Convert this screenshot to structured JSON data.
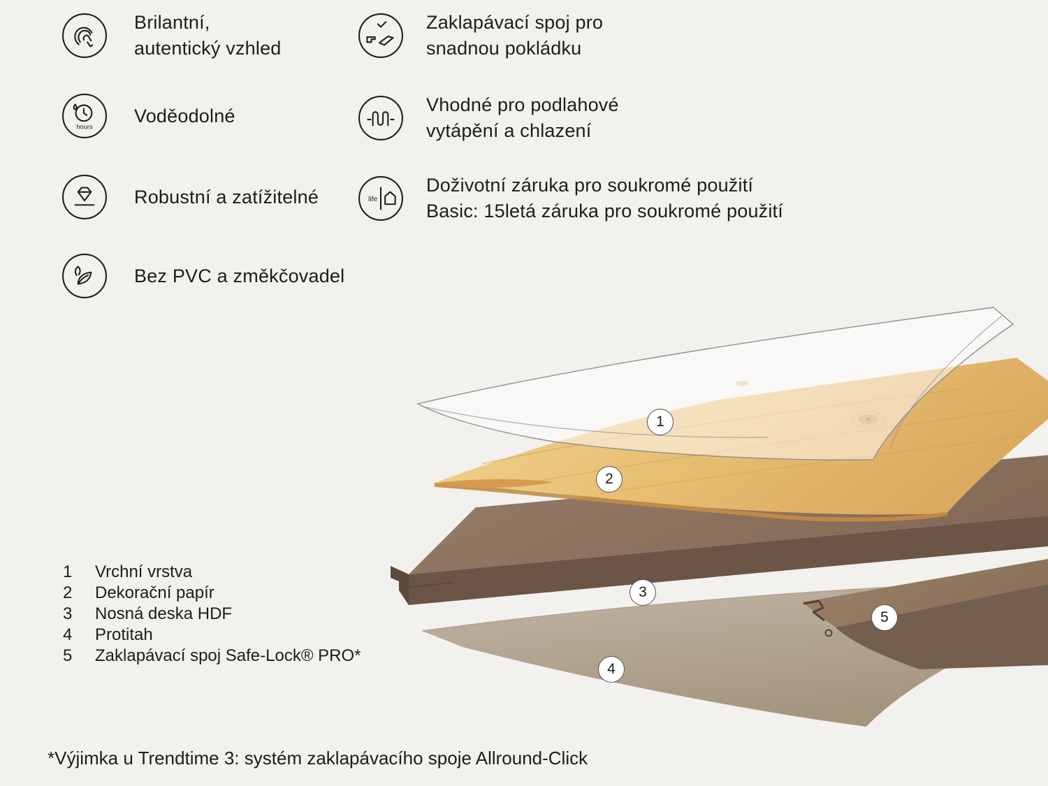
{
  "background": "#f3f1ee",
  "features": {
    "left": [
      {
        "icon": "fingerprint-icon",
        "lines": [
          "Brilantní,",
          "autentický vzhled"
        ]
      },
      {
        "icon": "water-resistance-icon",
        "icon_label": "hours",
        "lines": [
          "Voděodolné"
        ]
      },
      {
        "icon": "diamond-icon",
        "lines": [
          "Robustní a zatížitelné"
        ]
      },
      {
        "icon": "leaf-icon",
        "lines": [
          "Bez PVC a změkčovadel"
        ]
      }
    ],
    "right": [
      {
        "icon": "click-joint-icon",
        "lines": [
          "Zaklapávací spoj pro",
          "snadnou pokládku"
        ]
      },
      {
        "icon": "floor-heating-icon",
        "lines": [
          "Vhodné pro podlahové",
          "vytápění a chlazení"
        ]
      },
      {
        "icon": "lifetime-warranty-icon",
        "icon_label": "life",
        "lines": [
          "Doživotní záruka pro soukromé použití",
          "Basic: 15letá záruka pro soukromé použití"
        ]
      }
    ]
  },
  "diagram": {
    "badges": [
      "1",
      "2",
      "3",
      "4",
      "5"
    ],
    "colors": {
      "wood": "#e7bd72",
      "wood_edge": "#c48c45",
      "hdf_top": "#8d7360",
      "hdf_front": "#6b5546",
      "backing": "#b5a898",
      "outline": "#8f8f8f"
    }
  },
  "legend": {
    "items": [
      {
        "num": "1",
        "label": "Vrchní vrstva"
      },
      {
        "num": "2",
        "label": "Dekorační papír"
      },
      {
        "num": "3",
        "label": "Nosná deska HDF"
      },
      {
        "num": "4",
        "label": "Protitah"
      },
      {
        "num": "5",
        "label": "Zaklapávací spoj Safe-Lock® PRO*"
      }
    ]
  },
  "footnote": "*Výjimka u Trendtime 3: systém zaklapávacího spoje Allround-Click"
}
